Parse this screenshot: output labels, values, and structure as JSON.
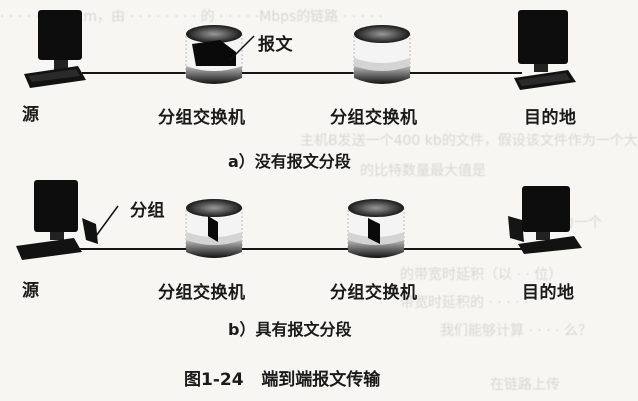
{
  "figure": {
    "number": "图1-24",
    "title": "端到端报文传输"
  },
  "panel_a": {
    "caption": "a）没有报文分段",
    "nodes": [
      {
        "id": "source",
        "label": "源",
        "type": "computer"
      },
      {
        "id": "switch1",
        "label": "分组交换机",
        "type": "packet-switch",
        "holds": "message"
      },
      {
        "id": "switch2",
        "label": "分组交换机",
        "type": "packet-switch",
        "holds": "none"
      },
      {
        "id": "destination",
        "label": "目的地",
        "type": "computer"
      }
    ],
    "callout": "报文"
  },
  "panel_b": {
    "caption": "b）具有报文分段",
    "nodes": [
      {
        "id": "source",
        "label": "源",
        "type": "computer",
        "holds": "packet"
      },
      {
        "id": "switch1",
        "label": "分组交换机",
        "type": "packet-switch",
        "holds": "packet"
      },
      {
        "id": "switch2",
        "label": "分组交换机",
        "type": "packet-switch",
        "holds": "packet"
      },
      {
        "id": "destination",
        "label": "目的地",
        "type": "computer",
        "holds": "packet"
      }
    ],
    "callout": "分组"
  },
  "colors": {
    "ink": "#111111",
    "background": "#f7f6f3",
    "bleed_through": "#d9d7d2"
  }
}
